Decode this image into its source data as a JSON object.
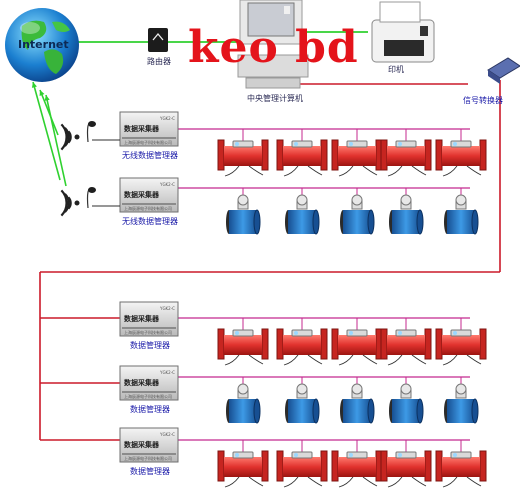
{
  "overlay_text": "keo bd",
  "internet_label": "Internet",
  "router_label": "路由器",
  "printer_label": "印机",
  "computer_label": "中央管理计算机",
  "converter_label": "信号转换器",
  "box_title": "数据采集器",
  "box_model": "YGK2-C",
  "box_maker": "上海辰源电子科技有限公司",
  "box_labels": [
    "无线数据管理器",
    "无线数据管理器",
    "数据管理器",
    "数据管理器",
    "数据管理器"
  ],
  "colors": {
    "line_red": "#cc1a2a",
    "line_green": "#2fd12f",
    "meter_red": "#e0312d",
    "meter_blue": "#2a7dc8",
    "label_blue": "#1a1aa8"
  },
  "icons": [
    "globe-icon",
    "router-icon",
    "computer-icon",
    "printer-icon",
    "converter-icon",
    "wifi-icon",
    "antenna-icon",
    "red-flow-meter-icon",
    "blue-flow-meter-icon"
  ]
}
